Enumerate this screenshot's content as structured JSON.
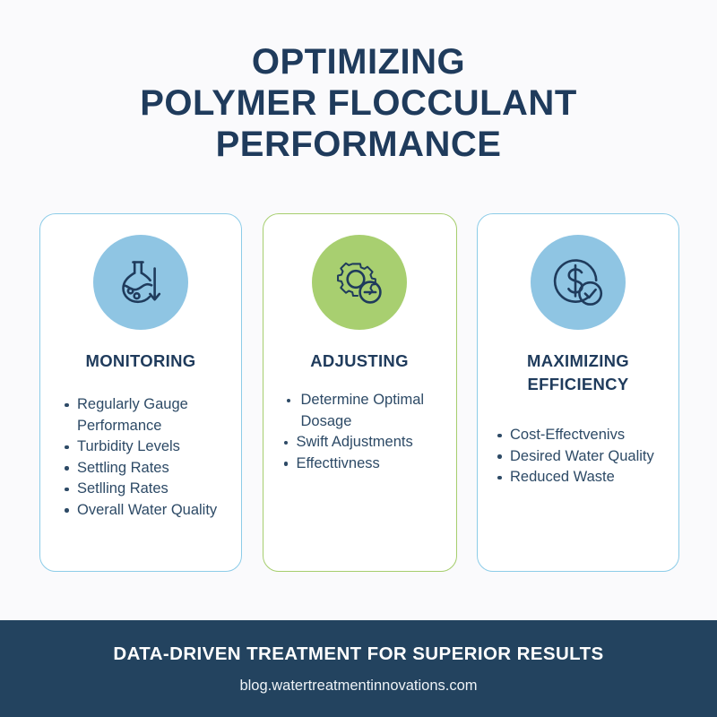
{
  "theme": {
    "background": "#fafafc",
    "navy": "#1f3b5c",
    "body_text": "#2d4a66",
    "blue_accent": "#8ccce8",
    "blue_circle": "#8fc5e3",
    "green_accent": "#a6ce6e",
    "green_circle": "#a8cf70",
    "footer_bg": "#23435f",
    "card_bg": "#ffffff"
  },
  "title": {
    "line1": "OPTIMIZING",
    "line2": "POLYMER FLOCCULANT",
    "line3": "PERFORMANCE"
  },
  "cards": [
    {
      "heading": "MONITORING",
      "icon": "flask-arrow-icon",
      "accent": "blue",
      "bullets": [
        "Regularly Gauge Performance",
        "Turbidity Levels",
        "Settling Rates",
        "Setlling Rates",
        "Overall Water Quality"
      ]
    },
    {
      "heading": "ADJUSTING",
      "icon": "gear-minus-icon",
      "accent": "green",
      "bullets": [
        "Determine Optimal Dosage",
        "Swift Adjustments",
        "Effecttivness"
      ]
    },
    {
      "heading": "MAXIMIZING EFFICIENCY",
      "icon": "dollar-check-icon",
      "accent": "blue",
      "bullets": [
        "Cost-Effectvenivs",
        "Desired Water Quality",
        "Reduced Waste"
      ]
    }
  ],
  "footer": {
    "headline": "DATA-DRIVEN TREATMENT FOR SUPERIOR RESULTS",
    "url": "blog.watertreatmentinnovations.com"
  }
}
